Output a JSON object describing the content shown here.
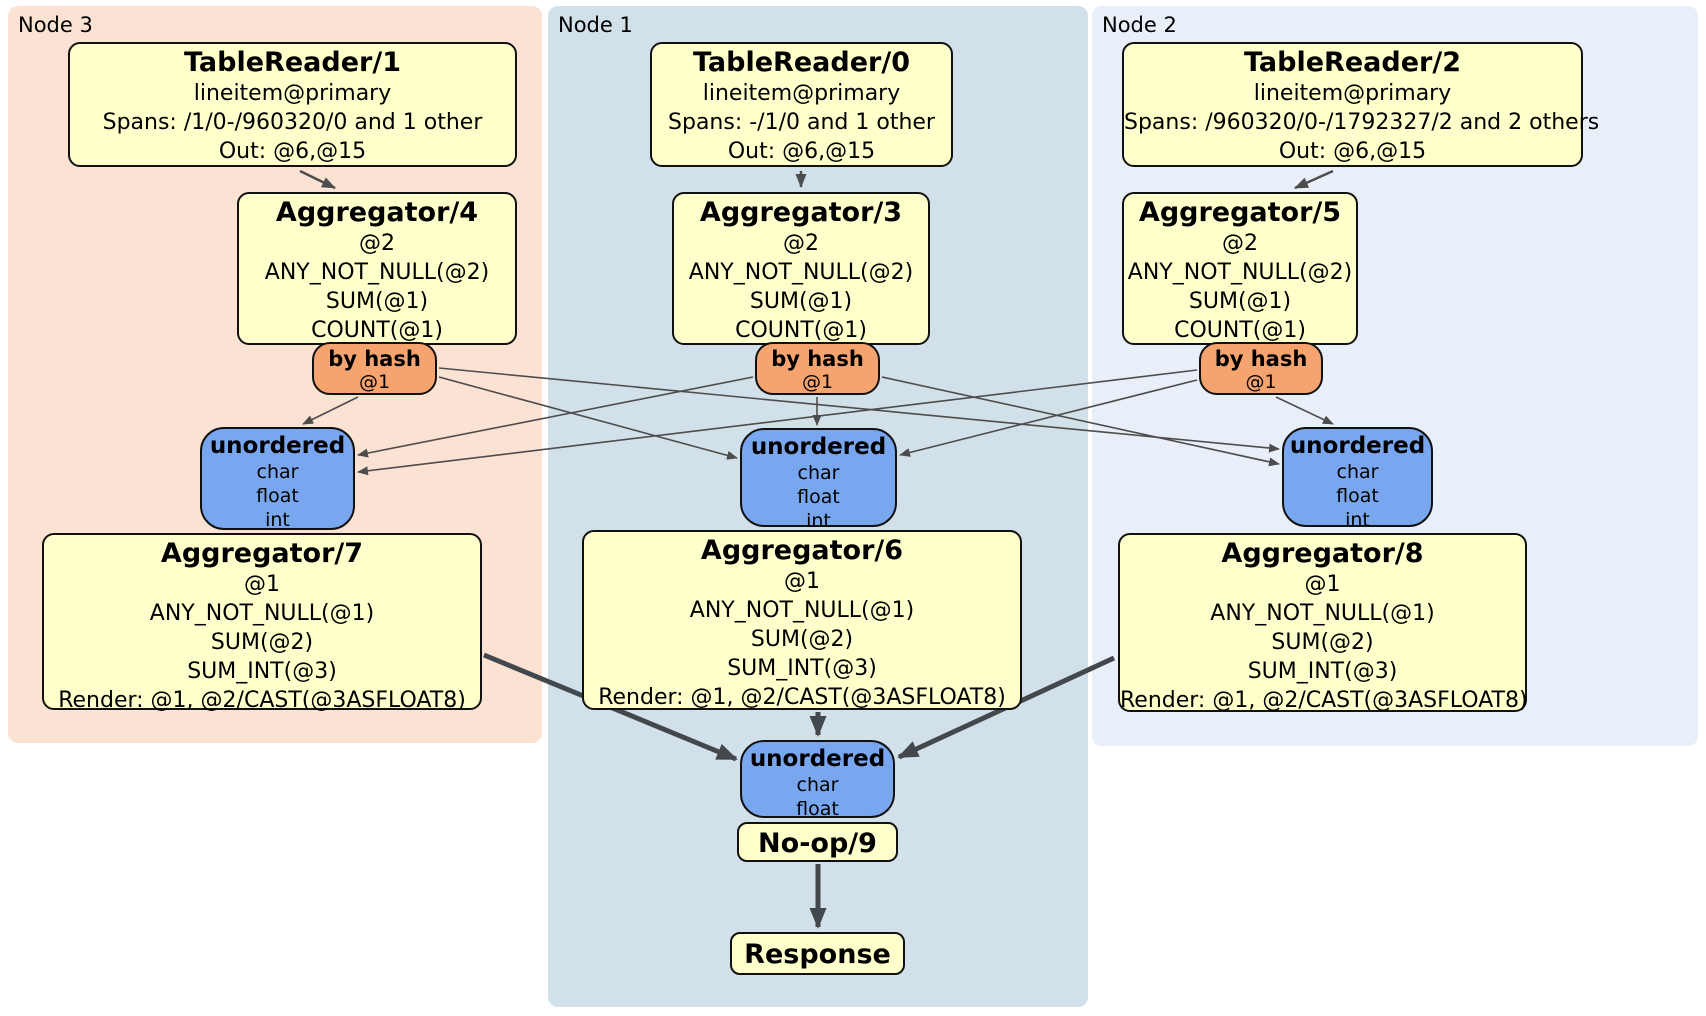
{
  "panels": {
    "node3": {
      "label": "Node 3"
    },
    "node1": {
      "label": "Node 1"
    },
    "node2": {
      "label": "Node 2"
    }
  },
  "processors": {
    "tr1": {
      "title": "TableReader/1",
      "lines": [
        "lineitem@primary",
        "Spans: /1/0-/960320/0 and 1 other",
        "Out: @6,@15"
      ]
    },
    "tr0": {
      "title": "TableReader/0",
      "lines": [
        "lineitem@primary",
        "Spans: -/1/0 and 1 other",
        "Out: @6,@15"
      ]
    },
    "tr2": {
      "title": "TableReader/2",
      "lines": [
        "lineitem@primary",
        "Spans: /960320/0-/1792327/2 and 2 others",
        "Out: @6,@15"
      ]
    },
    "agg4": {
      "title": "Aggregator/4",
      "lines": [
        "@2",
        "ANY_NOT_NULL(@2)",
        "SUM(@1)",
        "COUNT(@1)"
      ]
    },
    "agg3": {
      "title": "Aggregator/3",
      "lines": [
        "@2",
        "ANY_NOT_NULL(@2)",
        "SUM(@1)",
        "COUNT(@1)"
      ]
    },
    "agg5": {
      "title": "Aggregator/5",
      "lines": [
        "@2",
        "ANY_NOT_NULL(@2)",
        "SUM(@1)",
        "COUNT(@1)"
      ]
    },
    "agg7": {
      "title": "Aggregator/7",
      "lines": [
        "@1",
        "ANY_NOT_NULL(@1)",
        "SUM(@2)",
        "SUM_INT(@3)",
        "Render: @1, @2/CAST(@3ASFLOAT8)"
      ]
    },
    "agg6": {
      "title": "Aggregator/6",
      "lines": [
        "@1",
        "ANY_NOT_NULL(@1)",
        "SUM(@2)",
        "SUM_INT(@3)",
        "Render: @1, @2/CAST(@3ASFLOAT8)"
      ]
    },
    "agg8": {
      "title": "Aggregator/8",
      "lines": [
        "@1",
        "ANY_NOT_NULL(@1)",
        "SUM(@2)",
        "SUM_INT(@3)",
        "Render: @1, @2/CAST(@3ASFLOAT8)"
      ]
    },
    "noop": {
      "title": "No-op/9"
    },
    "response": {
      "title": "Response"
    }
  },
  "routers": {
    "hash3": {
      "title": "by hash",
      "detail": "@1"
    },
    "hash1": {
      "title": "by hash",
      "detail": "@1"
    },
    "hash2": {
      "title": "by hash",
      "detail": "@1"
    }
  },
  "syncs": {
    "unordered3": {
      "title": "unordered",
      "types": [
        "char",
        "float",
        "int"
      ]
    },
    "unordered1": {
      "title": "unordered",
      "types": [
        "char",
        "float",
        "int"
      ]
    },
    "unordered2": {
      "title": "unordered",
      "types": [
        "char",
        "float",
        "int"
      ]
    },
    "unordered_final": {
      "title": "unordered",
      "types": [
        "char",
        "float"
      ]
    }
  },
  "colors": {
    "node3_bg": "#fbe2d3",
    "node1_bg": "#d2e0e9",
    "node2_bg": "#e9eff9",
    "processor_bg": "#ffffcc",
    "router_bg": "#f5a470",
    "sync_bg": "#79a7ef",
    "box_border": "#111111",
    "edge": "#4d4d4d",
    "edge_thick": "#43484d",
    "text": "#000000",
    "page_bg": "#ffffff"
  }
}
